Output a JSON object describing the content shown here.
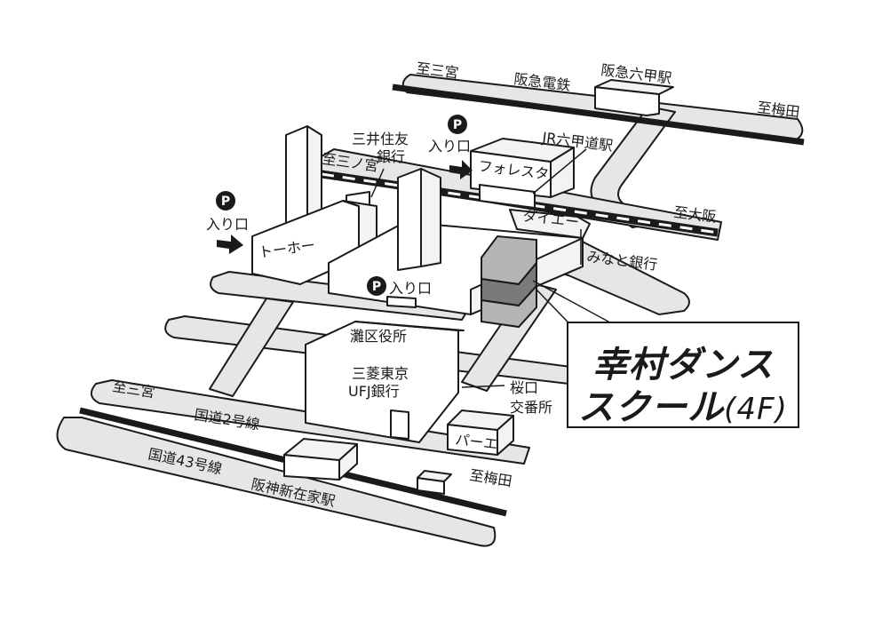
{
  "colors": {
    "road": "#e6e6e6",
    "ink": "#1a1a1a",
    "school": "#7a7a7a",
    "school_light": "#b5b5b5"
  },
  "labels": {
    "to_sannomiya_top": "至三宮",
    "hankyu_railway": "阪急電鉄",
    "hankyu_rokko_station": "阪急六甲駅",
    "to_umeda_top": "至梅田",
    "jr_rokkomichi_station": "JR六甲道駅",
    "to_sannomiya_jr": "至三ノ宮",
    "mitsui_sumitomo_bank": [
      "三井住友",
      "銀行"
    ],
    "parking_entrance_label": "入り口",
    "foresta": "フォレスタ",
    "daiei": "ダイエー",
    "to_osaka": "至大阪",
    "minato_bank": "みなと銀行",
    "toho": "トーホー",
    "nada_ward_office": "灘区役所",
    "mufj_bank": [
      "三菱東京",
      "UFJ銀行"
    ],
    "sakuraguchi_intersection": [
      "桜口",
      "交番所"
    ],
    "pae": "パーエ",
    "to_sannomiya_bottom": "至三宮",
    "route2": "国道2号線",
    "route43": "国道43号線",
    "hanshin_shinzaike_station": "阪神新在家駅",
    "to_umeda_bottom": "至梅田",
    "parking_letter": "P"
  },
  "callout": {
    "name_line1": "幸村ダンス",
    "name_line2": "スクール",
    "floor": "(4F)"
  }
}
